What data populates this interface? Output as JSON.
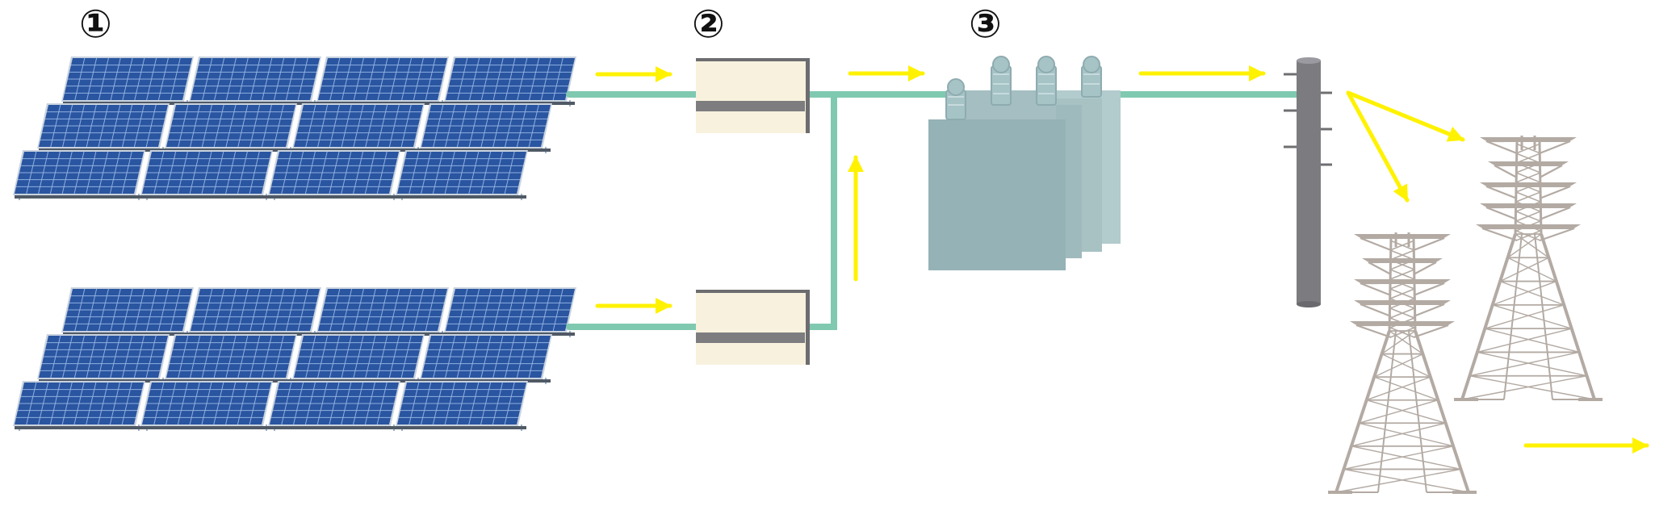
{
  "labels": {
    "step1": "①",
    "step2": "②",
    "step3": "③"
  },
  "colors": {
    "panel_blue": "#2a55a0",
    "panel_grid": "#8fb0e0",
    "panel_frame": "#c9d3df",
    "wire": "#7fc9b0",
    "arrow": "#fff200",
    "inverter_body": "#f8f1de",
    "inverter_band": "#7d7d80",
    "transformer": "#95b2b6",
    "pole": "#7c7c80",
    "tower": "#b3aaa3"
  },
  "icons": {
    "solar_array": "solar-panel-icon",
    "inverter": "power-conditioner-icon",
    "transformer": "transformer-icon",
    "pole": "utility-pole-icon",
    "tower": "transmission-tower-icon"
  }
}
